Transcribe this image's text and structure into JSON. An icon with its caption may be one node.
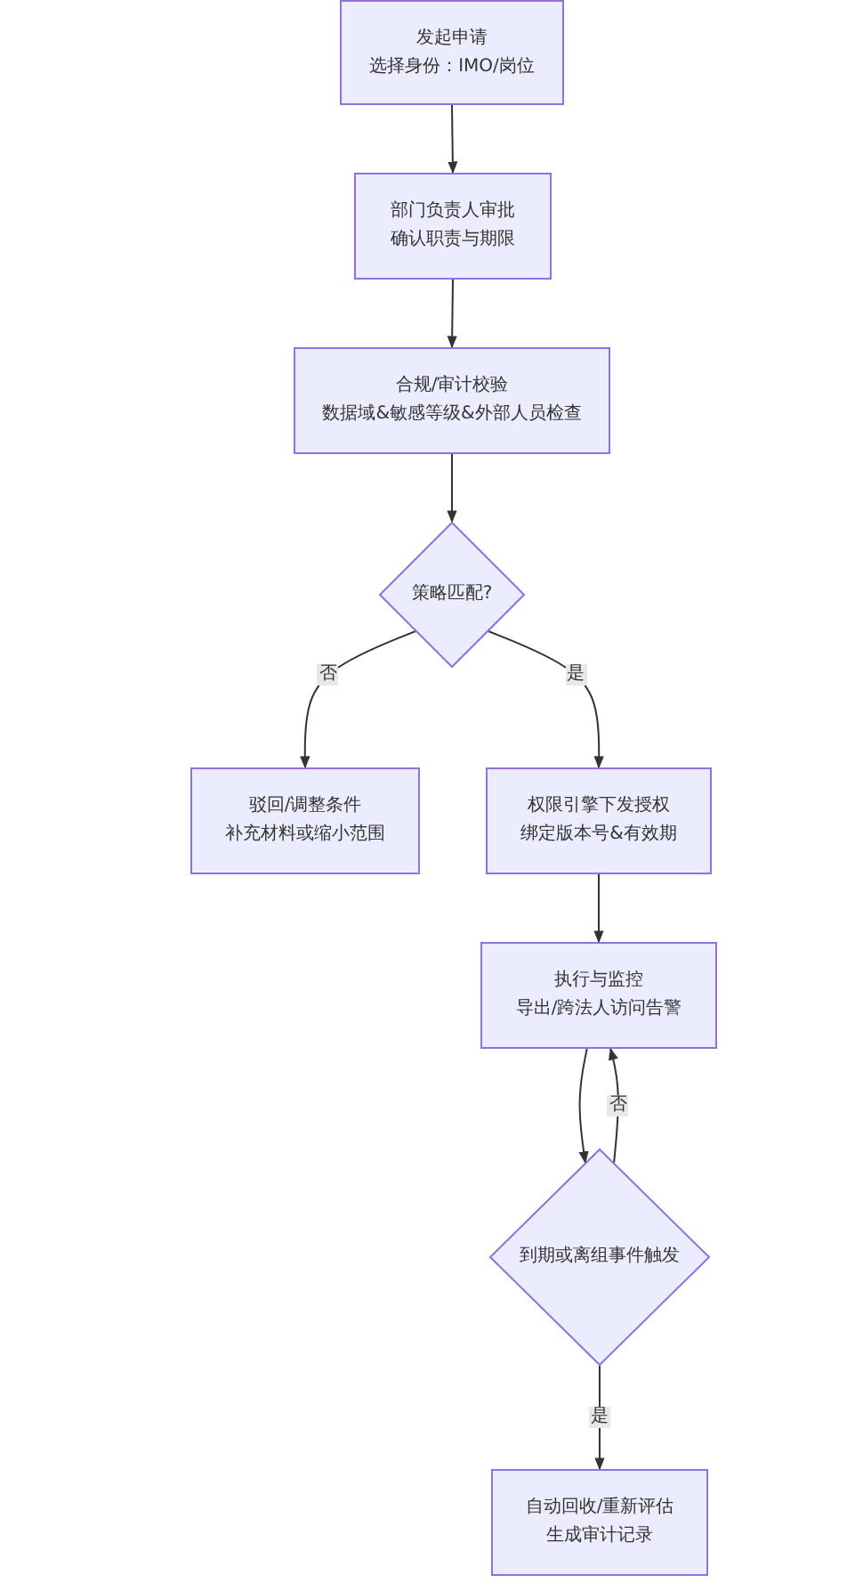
{
  "diagram": {
    "nodes": [
      {
        "text": [
          "发起申请",
          "选择身份：IMO/岗位"
        ]
      },
      {
        "text": [
          "部门负责人审批",
          "确认职责与期限"
        ]
      },
      {
        "text": [
          "合规/审计校验",
          "数据域&敏感等级&外部人员检查"
        ]
      },
      {
        "text": [
          "策略匹配?"
        ]
      },
      {
        "text": [
          "驳回/调整条件",
          "补充材料或缩小范围"
        ]
      },
      {
        "text": [
          "权限引擎下发授权",
          "绑定版本号&有效期"
        ]
      },
      {
        "text": [
          "执行与监控",
          "导出/跨法人访问告警"
        ]
      },
      {
        "text": [
          "到期或离组事件触发"
        ]
      },
      {
        "text": [
          "自动回收/重新评估",
          "生成审计记录"
        ]
      }
    ],
    "edges": [
      {
        "from": 0,
        "to": 1,
        "arrow": "to"
      },
      {
        "from": 1,
        "to": 2,
        "arrow": "to"
      },
      {
        "from": 2,
        "to": 3,
        "arrow": "to"
      },
      {
        "from": 3,
        "to": 4,
        "arrow": "to",
        "label": "否"
      },
      {
        "from": 3,
        "to": 5,
        "arrow": "to",
        "label": "是"
      },
      {
        "from": 5,
        "to": 6,
        "arrow": "to"
      },
      {
        "from": 6,
        "to": 7,
        "arrow": "to"
      },
      {
        "from": 7,
        "to": 6,
        "arrow": "to",
        "label": "否"
      },
      {
        "from": 7,
        "to": 8,
        "arrow": "to",
        "label": "是"
      }
    ]
  }
}
